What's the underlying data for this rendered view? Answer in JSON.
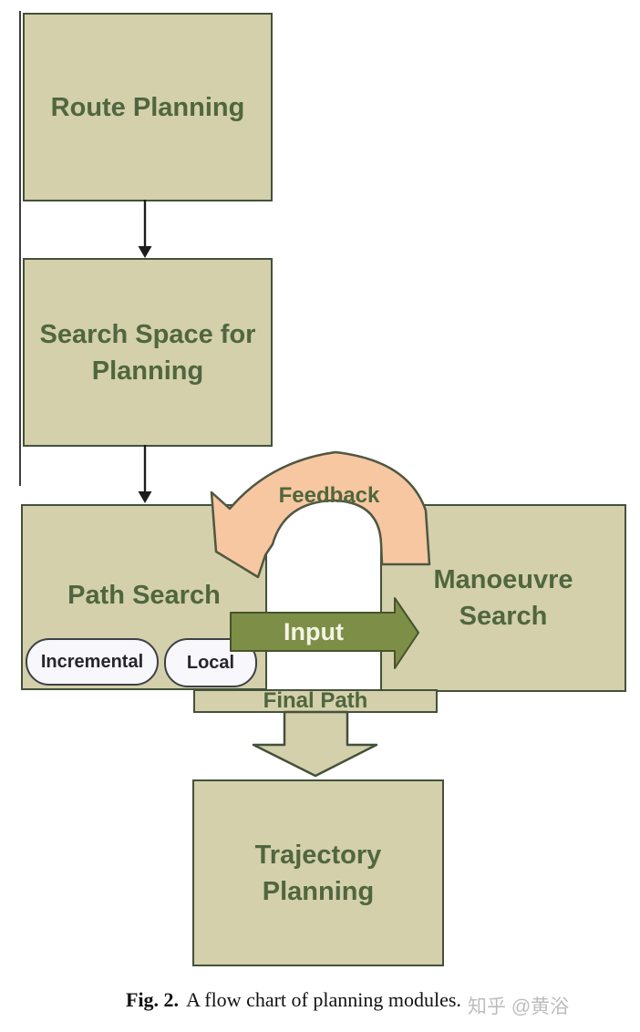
{
  "figure": {
    "nodes": {
      "route_planning": {
        "label": "Route Planning"
      },
      "search_space": {
        "line1": "Search Space for",
        "line2": "Planning"
      },
      "path_search": {
        "label": "Path Search"
      },
      "manoeuvre_search": {
        "line1": "Manoeuvre",
        "line2": "Search"
      },
      "trajectory_planning": {
        "line1": "Trajectory",
        "line2": "Planning"
      }
    },
    "badges": {
      "incremental": "Incremental",
      "local": "Local"
    },
    "flows": {
      "feedback": "Feedback",
      "input": "Input",
      "final_path": "Final Path"
    }
  },
  "caption": {
    "figure_label": "Fig. 2.",
    "text": "A flow chart of planning modules."
  },
  "watermark": "知乎 @黄浴",
  "colors": {
    "box_fill": "#d3d0ab",
    "box_border": "#44513a",
    "node_text": "#50663e",
    "feedback_fill": "#f6c7a0",
    "feedback_border": "#4f5742",
    "input_fill": "#7d8e46",
    "input_border": "#46542c",
    "input_text": "#f3f5e6",
    "pill_fill": "#f7f7fc",
    "pill_border": "#3d4145",
    "pill_text": "#26262b",
    "connector": "#1c1c1c",
    "watermark": "#bdbdbd",
    "caption_text": "#121212"
  }
}
